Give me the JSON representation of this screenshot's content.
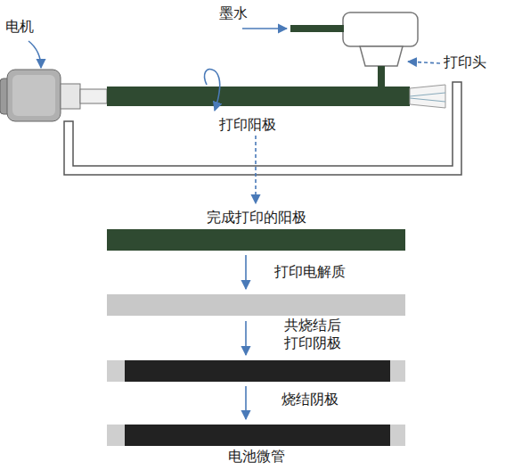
{
  "diagram": {
    "nodes": [
      {
        "text": [
          "完成打印的阳极"
        ]
      },
      {
        "text": [
          "电池微管"
        ]
      }
    ],
    "labels": [
      "墨水",
      "电机",
      "打印头",
      "打印阳极",
      "打印电解质",
      "共烧结后 打印阴极",
      "烧结阴极"
    ]
  }
}
